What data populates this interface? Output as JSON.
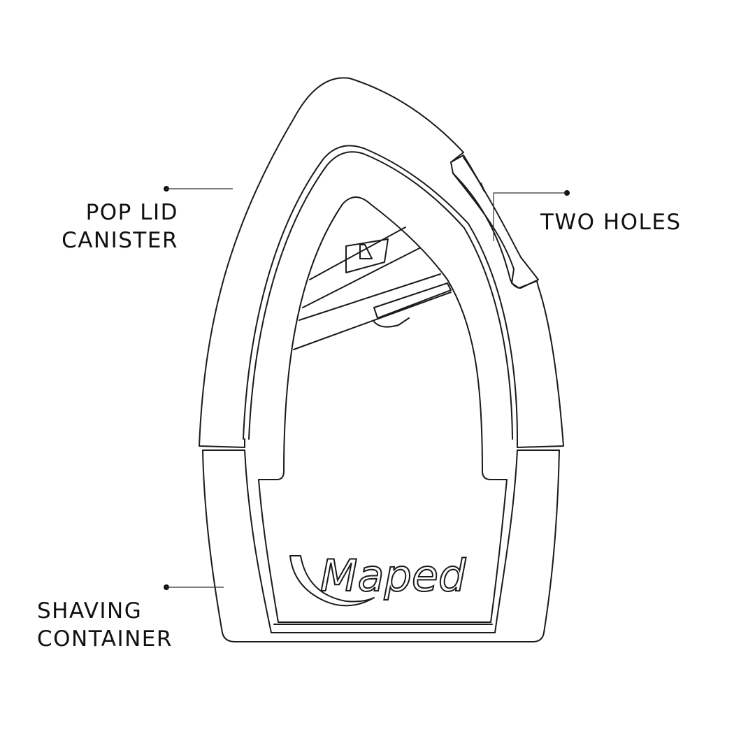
{
  "labels": {
    "pop_lid": {
      "line1": "POP LID",
      "line2": "CANISTER"
    },
    "two_holes": {
      "line1": "TWO HOLES"
    },
    "shaving": {
      "line1": "SHAVING",
      "line2": "CONTAINER"
    }
  },
  "logo": {
    "text": "Maped"
  },
  "colors": {
    "line": "#1a1a1a",
    "background": "#ffffff"
  }
}
